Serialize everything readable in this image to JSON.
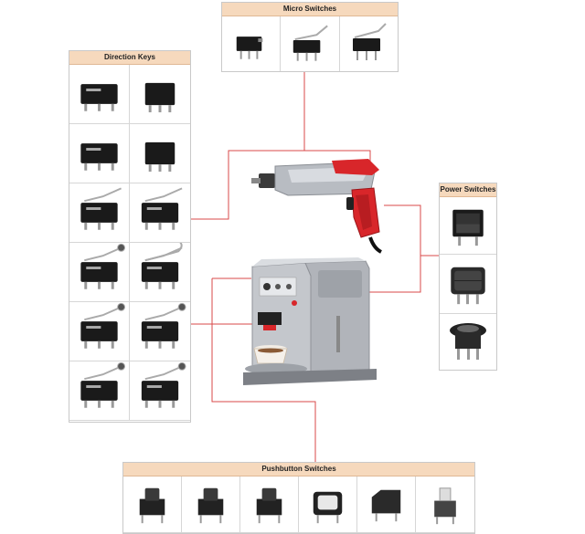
{
  "labels": {
    "micro": "Micro Switches",
    "direction": "Direction Keys",
    "power": "Power Switches",
    "pushbutton": "Pushbutton Switches"
  },
  "colors": {
    "header_bg": "#f6d9bd",
    "connector": "#d94a4a",
    "switch_body": "#1a1a1a",
    "metal": "#b8bcc2",
    "drill_red": "#d8262a"
  },
  "icons": {
    "micro": [
      "micro-switch-icon",
      "micro-switch-lever-icon",
      "micro-switch-lever-icon"
    ],
    "direction": [
      "large-micro-switch-icon",
      "small-micro-switch-icon",
      "large-micro-switch-icon",
      "small-micro-switch-icon",
      "lever-micro-switch-icon",
      "lever-micro-switch-icon",
      "roller-micro-switch-icon",
      "curved-lever-micro-switch-icon",
      "roller-lever-micro-switch-icon",
      "roller-lever-micro-switch-icon",
      "roller-lever-micro-switch-icon",
      "roller-lever-micro-switch-icon"
    ],
    "power": [
      "rocker-switch-icon",
      "rocker-switch-icon",
      "round-rocker-switch-icon"
    ],
    "pushbutton": [
      "tact-switch-icon",
      "tact-switch-icon",
      "tact-switch-icon",
      "illuminated-push-switch-icon",
      "angled-push-switch-icon",
      "self-lock-push-switch-icon"
    ],
    "center": [
      "power-drill-icon",
      "coffee-machine-icon"
    ]
  }
}
